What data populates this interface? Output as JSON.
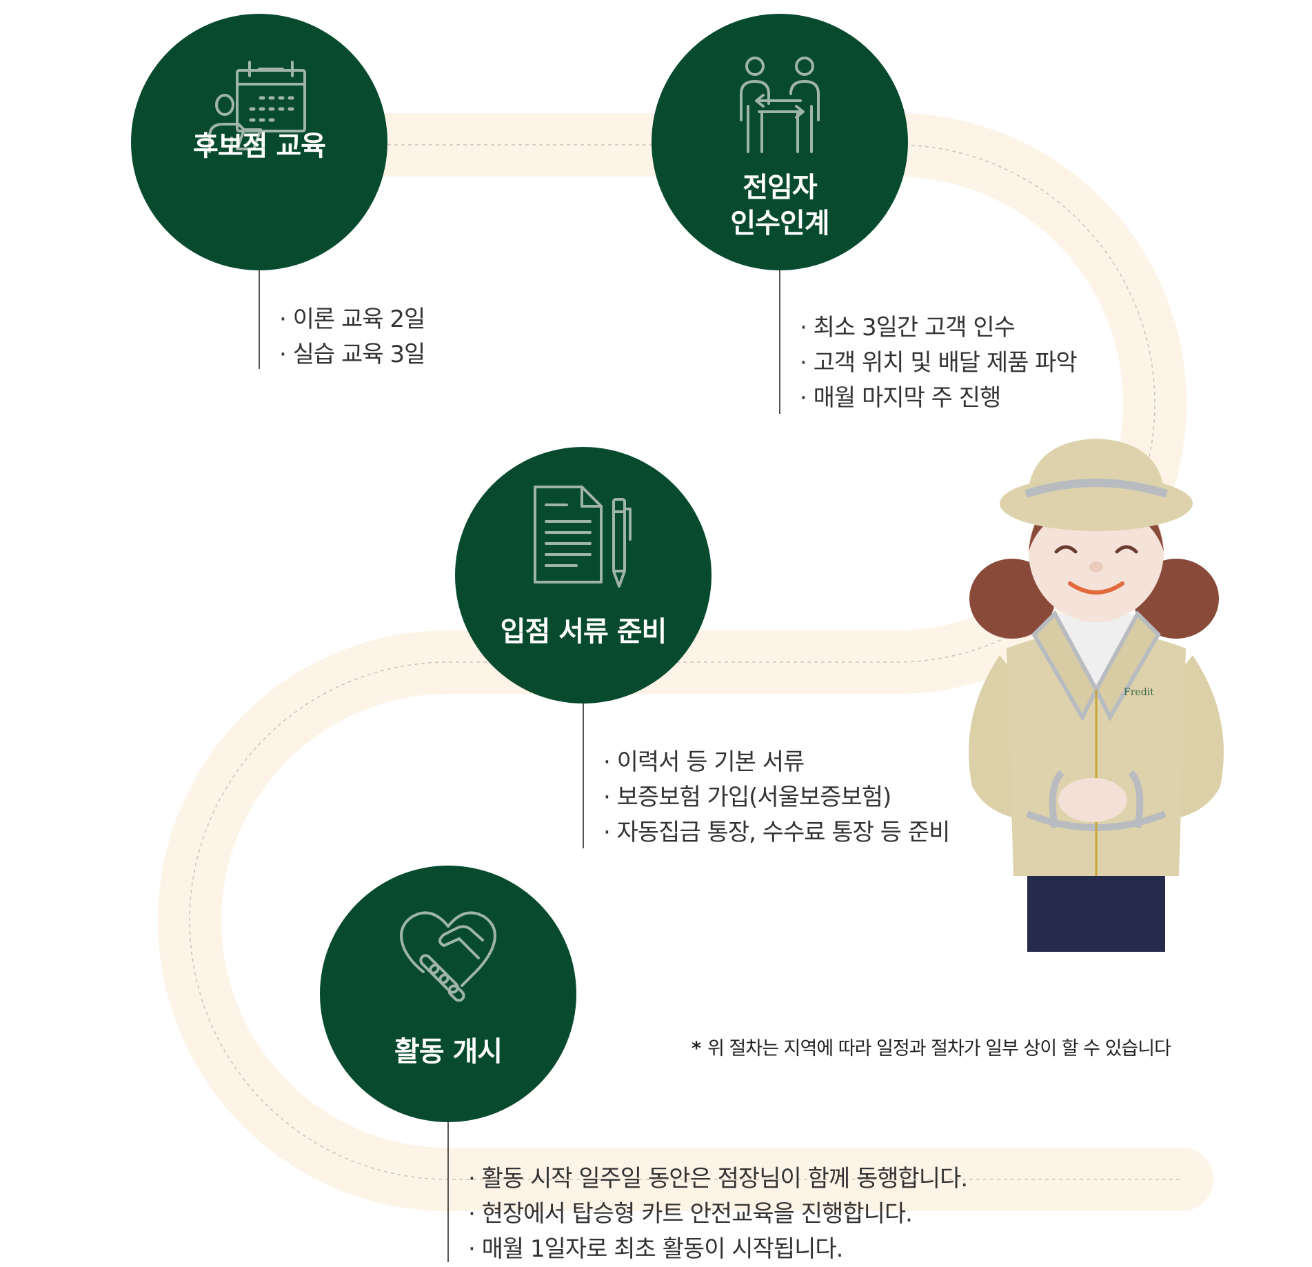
{
  "steps": [
    {
      "id": "candidate-training",
      "icon": "calendar-training-icon",
      "title": [
        "후보점 교육"
      ],
      "bullets": [
        "이론 교육 2일",
        "실습 교육 3일"
      ]
    },
    {
      "id": "handover",
      "icon": "two-people-exchange-icon",
      "title": [
        "전임자",
        "인수인계"
      ],
      "bullets": [
        "최소 3일간 고객 인수",
        "고객 위치 및 배달 제품 파악",
        "매월 마지막 주 진행"
      ]
    },
    {
      "id": "documents",
      "icon": "document-pen-icon",
      "title": [
        "입점 서류 준비"
      ],
      "bullets": [
        "이력서 등 기본 서류",
        "보증보험 가입(서울보증보험)",
        "자동집금 통장, 수수료 통장 등 준비"
      ]
    },
    {
      "id": "start-activity",
      "icon": "handshake-heart-icon",
      "title": [
        "활동 개시"
      ],
      "bullets": [
        "활동 시작 일주일 동안은 점장님이 함께 동행합니다.",
        "현장에서 탑승형 카트 안전교육을 진행합니다.",
        "매월 1일자로 최초 활동이 시작됩니다."
      ]
    }
  ],
  "note": {
    "marker": "*",
    "text": "위 절차는 지역에 따라 일정과 절차가 일부 상이 할 수 있습니다"
  },
  "character": {
    "icon": "mascot-character-icon",
    "badge_text": "Fredit"
  },
  "colors": {
    "circle": "#074a2e",
    "path": "#fdf4e7",
    "icon_stroke": "#9fb5a9"
  }
}
